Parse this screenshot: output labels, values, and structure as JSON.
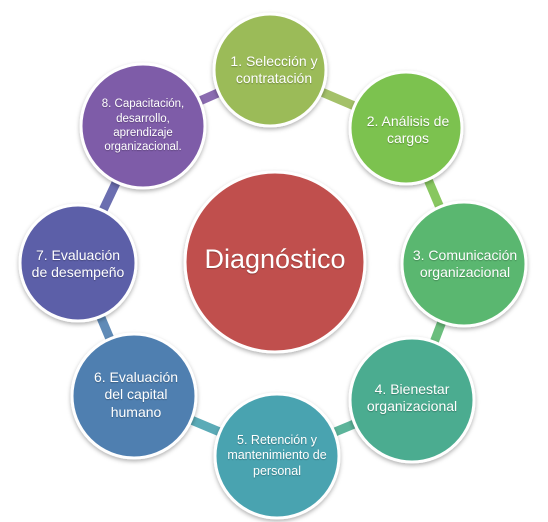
{
  "center": {
    "label": "Diagnóstico",
    "color": "#c0504d"
  },
  "nodes": [
    {
      "label": "1. Selección y contratación",
      "color": "#9bbb59"
    },
    {
      "label": "2. Análisis de cargos",
      "color": "#7cc24f"
    },
    {
      "label": "3. Comunicación organizacional",
      "color": "#5ab76f"
    },
    {
      "label": "4. Bienestar organizacional",
      "color": "#4bac90"
    },
    {
      "label": "5. Retención y mantenimiento de personal",
      "color": "#4aa3b0"
    },
    {
      "label": "6. Evaluación del capital humano",
      "color": "#4f7fb0"
    },
    {
      "label": "7. Evaluación de desempeño",
      "color": "#5c5fa8"
    },
    {
      "label": "8. Capacitación, desarrollo, aprendizaje organizacional.",
      "color": "#7e5ba8"
    }
  ]
}
